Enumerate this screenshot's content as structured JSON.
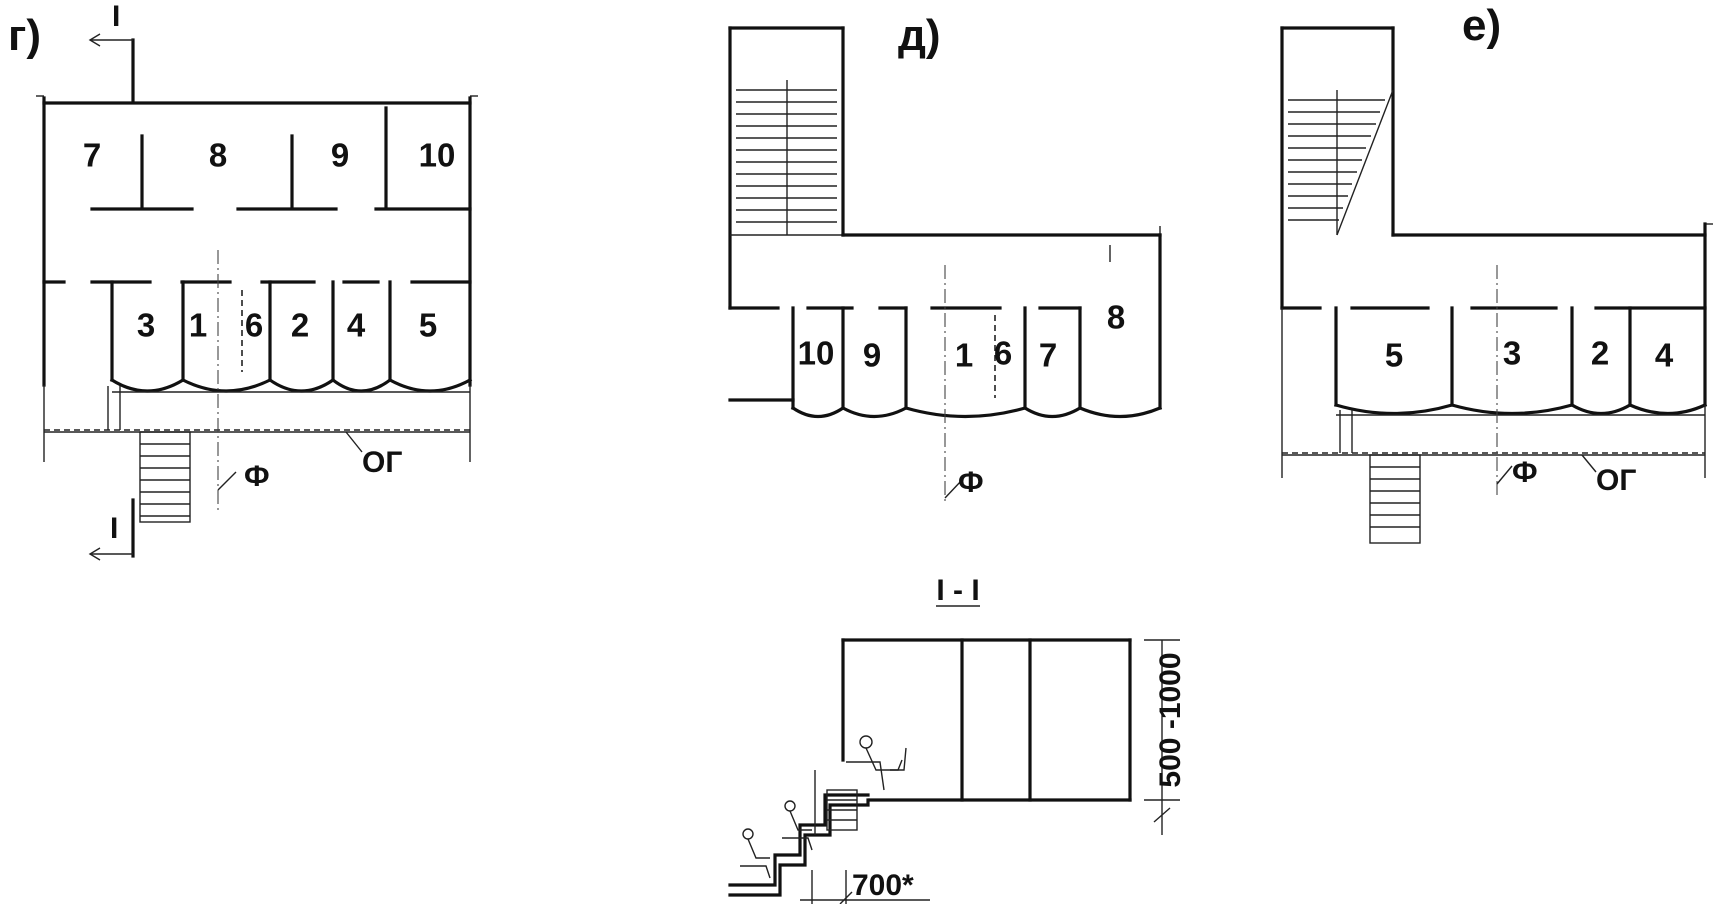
{
  "plans": {
    "g": {
      "letter": "г)",
      "top_rooms": [
        "7",
        "8",
        "9",
        "10"
      ],
      "bottom_rooms": [
        "3",
        "1",
        "6",
        "2",
        "4",
        "5"
      ],
      "axis_label": "Ф",
      "floor_label": "ОГ",
      "section_mark_top": "I",
      "section_mark_bottom": "I"
    },
    "d": {
      "letter": "д)",
      "rooms": [
        "10",
        "9",
        "1",
        "6",
        "7",
        "8"
      ],
      "axis_label": "Ф"
    },
    "e": {
      "letter": "е)",
      "rooms": [
        "5",
        "3",
        "2",
        "4"
      ],
      "axis_label": "Ф",
      "floor_label": "ОГ"
    }
  },
  "section": {
    "title": "I - I",
    "height_dim": "500 -1000",
    "step_dim": "700*"
  }
}
